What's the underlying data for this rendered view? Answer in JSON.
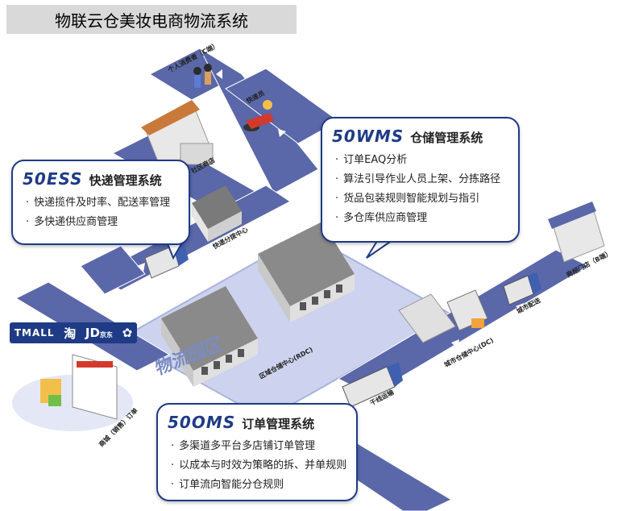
{
  "title": "物联云仓美妆电商物流系统",
  "callouts": {
    "wms": {
      "brand": "50WMS",
      "system": "仓储管理系统",
      "items": [
        "订单EAQ分析",
        "算法引导作业人员上架、分拣路径",
        "货品包装规则智能规划与指引",
        "多仓库供应商管理"
      ]
    },
    "ess": {
      "brand": "50ESS",
      "system": "快递管理系统",
      "items": [
        "快递揽件及时率、配送率管理",
        "多快递供应商管理"
      ]
    },
    "oms": {
      "brand": "50OMS",
      "system": "订单管理系统",
      "items": [
        "多渠道多平台多店铺订单管理",
        "以成本与时效为策略的拆、并单规则",
        "订单流向智能分仓规则"
      ]
    }
  },
  "labels": {
    "consumer": "个人消费者（C端）",
    "courier": "快递员",
    "community_store": "社区商店",
    "express_center": "快递分拨中心",
    "rdc": "区域仓储中心(RDC)",
    "dc": "城市仓储中心(DC)",
    "trunk": "干线运输",
    "city_delivery": "城市配送",
    "retail_store": "商超门店（B端）",
    "mall_orders": "商城（销售）订单",
    "park": "物流园区"
  },
  "platforms": {
    "tmall": "TMALL",
    "taobao": "淘",
    "jd": "JD",
    "jd_sub": "京东",
    "other": ""
  },
  "colors": {
    "brand_blue": "#1f3b85",
    "road": "#5a67a8",
    "park": "#cdd3ee"
  }
}
